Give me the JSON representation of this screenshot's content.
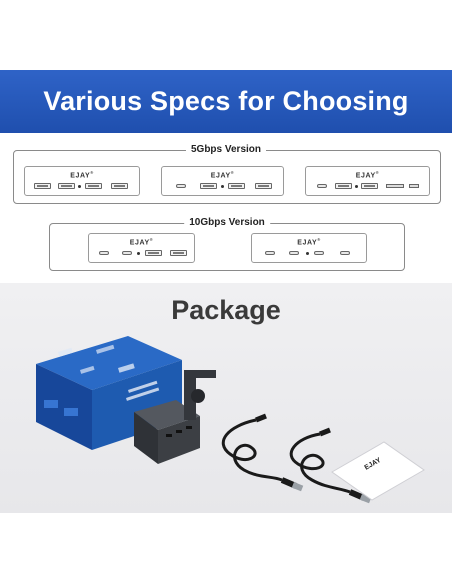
{
  "banner": {
    "title": "Various Specs for Choosing"
  },
  "sections": [
    {
      "title": "5Gbps Version",
      "hubs": [
        {
          "logo": "EJAY",
          "ports": [
            "usb-a",
            "usb-a",
            "dot",
            "usb-a",
            "usb-a"
          ]
        },
        {
          "logo": "EJAY",
          "ports": [
            "usb-c",
            "usb-a",
            "dot",
            "usb-a",
            "usb-a"
          ]
        },
        {
          "logo": "EJAY",
          "ports": [
            "usb-c",
            "usb-a",
            "dot",
            "usb-a",
            "sd-slot",
            "tf-slot"
          ]
        }
      ]
    },
    {
      "title": "10Gbps Version",
      "hubs": [
        {
          "logo": "EJAY",
          "ports": [
            "usb-c",
            "usb-c",
            "dot",
            "usb-a",
            "usb-a"
          ]
        },
        {
          "logo": "EJAY",
          "ports": [
            "usb-c",
            "usb-c",
            "dot",
            "usb-c",
            "usb-c"
          ]
        }
      ]
    }
  ],
  "package": {
    "title": "Package",
    "manual_logo": "EJAY",
    "items": [
      "retail-box",
      "usb-hub-clamp",
      "usb-cable",
      "usb-cable",
      "user-manual"
    ],
    "colors": {
      "box": "#1e5bb0",
      "hub": "#3c3f44",
      "cable": "#1a1a1a"
    }
  }
}
